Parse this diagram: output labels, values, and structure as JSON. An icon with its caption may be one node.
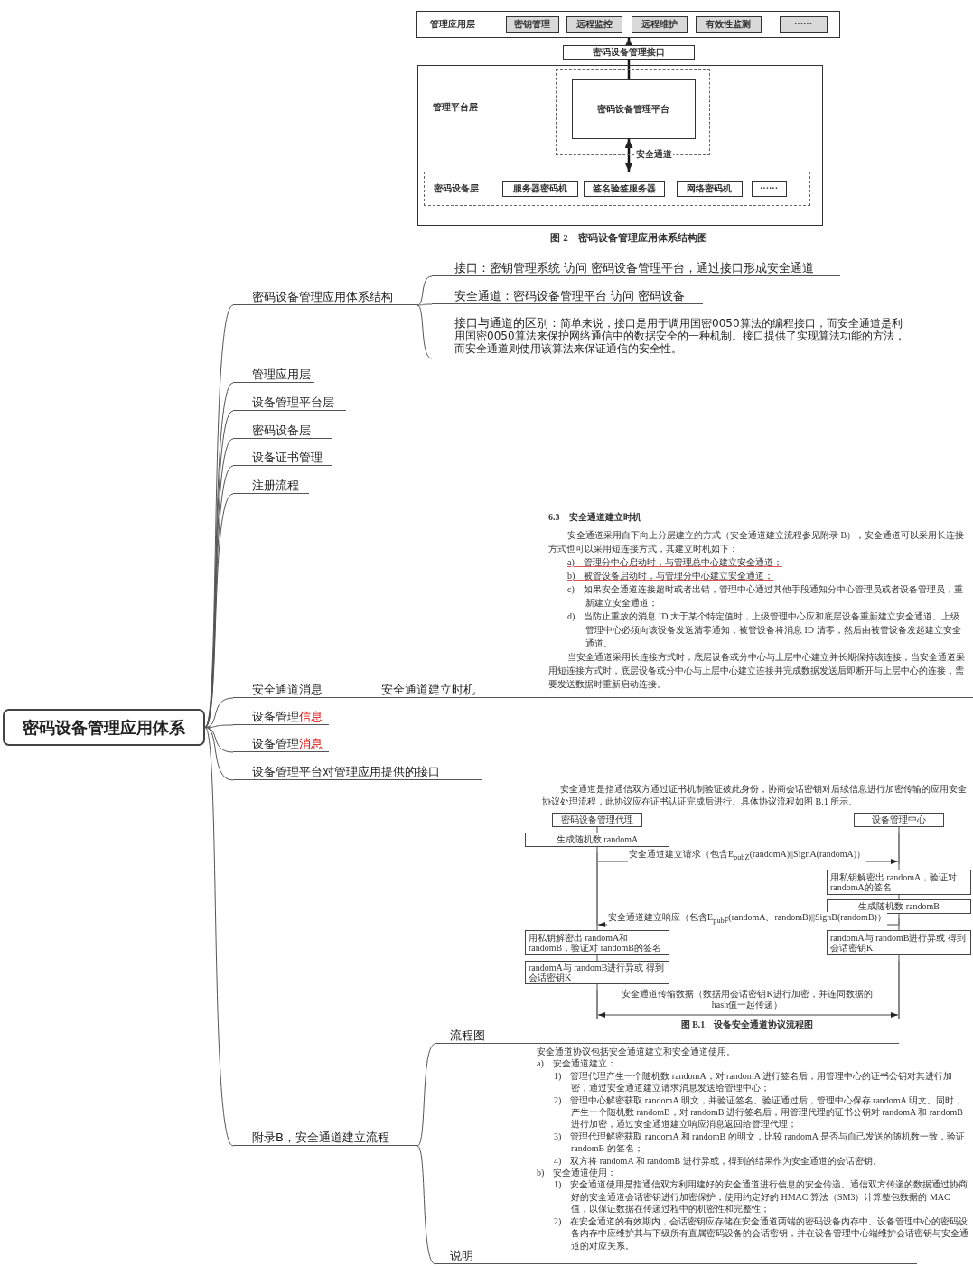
{
  "diagram": {
    "nodes": [
      {
        "text": [
          "密码设备管理应用体系"
        ]
      },
      {
        "text": [
          "密码设备管理应用体系结构"
        ]
      },
      {
        "text": [
          "接口：密钥管理系统 访问 密码设备管理平台，通过接口形成安全通道"
        ]
      },
      {
        "text": [
          "安全通道：密码设备管理平台 访问 密码设备"
        ]
      },
      {
        "text": [
          "接口与通道的区别：",
          "简单来说，接口是用于调用国密0050算法的编程接口，而安全通道是利用国密0050算法来保护网络通信中的数据安全的一种机制。接口提供了实现算法功能的方法，而安全通道则使用该算法来保证通信的安全性。"
        ]
      },
      {
        "text": [
          "管理应用层"
        ]
      },
      {
        "text": [
          "密钥管理"
        ],
        "in": 5
      },
      {
        "text": [
          "远程监控"
        ],
        "in": 5
      },
      {
        "text": [
          "远程维护"
        ],
        "in": 5
      },
      {
        "text": [
          "有效性监测"
        ],
        "in": 5
      },
      {
        "text": [
          "······"
        ],
        "in": 5
      },
      {
        "text": [
          "密码设备管理接口"
        ]
      },
      {
        "text": [
          "管理平台层"
        ]
      },
      {
        "text": [],
        "shape": "box",
        "in": 12
      },
      {
        "text": [
          "密码设备管理平台"
        ],
        "in": 13
      },
      {
        "text": [
          "密码设备层"
        ],
        "in": 12
      },
      {
        "text": [
          "服务器密码机"
        ],
        "in": 15
      },
      {
        "text": [
          "签名验签服务器"
        ],
        "in": 15
      },
      {
        "text": [
          "网络密码机"
        ],
        "in": 15
      },
      {
        "text": [
          "······"
        ],
        "in": 15
      },
      {
        "text": [
          "管理应用层"
        ]
      },
      {
        "text": [
          "设备管理平台层"
        ]
      },
      {
        "text": [
          "密码设备层"
        ]
      },
      {
        "text": [
          "设备证书管理"
        ]
      },
      {
        "text": [
          "注册流程"
        ]
      },
      {
        "text": [
          "安全通道消息"
        ]
      },
      {
        "text": [
          "安全通道建立时机"
        ]
      },
      {
        "text": [
          "设备管理",
          "信息"
        ]
      },
      {
        "text": [
          "设备管理",
          "消息"
        ]
      },
      {
        "text": [
          "设备管理平台对管理应用提供的接口"
        ]
      },
      {
        "text": [
          "附录B，安全通道建立流程"
        ]
      },
      {
        "text": [
          "流程图"
        ]
      },
      {
        "text": [
          "说明"
        ]
      },
      {
        "text": [
          "密码设备管理代理"
        ]
      },
      {
        "text": [
          "设备管理中心"
        ]
      },
      {
        "text": [
          "生成随机数 randomA"
        ]
      },
      {
        "text": [],
        "shape": "bar"
      },
      {
        "text": [],
        "shape": "bar"
      },
      {
        "text": [
          "用私钥解密出 randomA，验证对 randomA的签名"
        ]
      },
      {
        "text": [
          "生成随机数 randomB"
        ]
      },
      {
        "text": [],
        "shape": "bar"
      },
      {
        "text": [
          "用私钥解密出 randomA和 randomB，验证对 randomB的签名"
        ]
      },
      {
        "text": [
          "randomA与 randomB进行异或 得到会话密钥K"
        ]
      },
      {
        "text": [
          "randomA与 randomB进行异或 得到会话密钥K"
        ]
      },
      {
        "text": [],
        "shape": "bar"
      },
      {
        "text": [],
        "shape": "bar"
      }
    ],
    "edges": [
      {
        "from": 0,
        "to": 1,
        "arrow": "none"
      },
      {
        "from": 0,
        "to": 20,
        "arrow": "none"
      },
      {
        "from": 0,
        "to": 21,
        "arrow": "none"
      },
      {
        "from": 0,
        "to": 22,
        "arrow": "none"
      },
      {
        "from": 0,
        "to": 23,
        "arrow": "none"
      },
      {
        "from": 0,
        "to": 24,
        "arrow": "none"
      },
      {
        "from": 0,
        "to": 25,
        "arrow": "none"
      },
      {
        "from": 0,
        "to": 27,
        "arrow": "none"
      },
      {
        "from": 0,
        "to": 28,
        "arrow": "none"
      },
      {
        "from": 0,
        "to": 29,
        "arrow": "none"
      },
      {
        "from": 0,
        "to": 30,
        "arrow": "none"
      },
      {
        "from": 1,
        "to": 2,
        "arrow": "none"
      },
      {
        "from": 1,
        "to": 3,
        "arrow": "none"
      },
      {
        "from": 1,
        "to": 4,
        "arrow": "none"
      },
      {
        "from": 25,
        "to": 26,
        "arrow": "none"
      },
      {
        "from": 30,
        "to": 31,
        "arrow": "none"
      },
      {
        "from": 30,
        "to": 32,
        "arrow": "none"
      },
      {
        "from": 14,
        "to": 11,
        "arrow": "none"
      },
      {
        "from": 11,
        "to": 5,
        "arrow": "to"
      },
      {
        "from": 14,
        "to": 15,
        "arrow": "both",
        "label": "安全通道"
      },
      {
        "from": 37,
        "to": 36,
        "arrow": "to",
        "label": "安全通道建立请求（包含E$_{pubZ}$(randomA)||SignA(randomA)）"
      },
      {
        "from": 40,
        "to": 37,
        "arrow": "to",
        "label": "安全通道建立响应（包含E$_{pubF}$(randomA、randomB)||SignB(randomB)）"
      },
      {
        "from": 44,
        "to": 45,
        "arrow": "both",
        "label": "安全通道传输数据（数据用会话密钥K进行加密，并连同数据的hash值一起传递）"
      },
      {
        "from": 33,
        "to": 35,
        "arrow": "none"
      },
      {
        "from": 35,
        "to": 37,
        "arrow": "none"
      },
      {
        "from": 37,
        "to": 41,
        "arrow": "none"
      },
      {
        "from": 41,
        "to": 43,
        "arrow": "none"
      },
      {
        "from": 43,
        "to": 44,
        "arrow": "none"
      },
      {
        "from": 34,
        "to": 36,
        "arrow": "none"
      },
      {
        "from": 36,
        "to": 38,
        "arrow": "none"
      },
      {
        "from": 38,
        "to": 39,
        "arrow": "none"
      },
      {
        "from": 39,
        "to": 40,
        "arrow": "none"
      },
      {
        "from": 40,
        "to": 42,
        "arrow": "none"
      },
      {
        "from": 42,
        "to": 45,
        "arrow": "none"
      }
    ],
    "labels": [
      "图 2　密码设备管理应用体系结构图",
      "6.3　安全通道建立时机",
      "安全通道采用自下向上分层建立的方式（安全通道建立流程参见附录 B），安全通道可以采用长连接方式也可以采用短连接方式，其建立时机如下：",
      "a)　管理分中心启动时，与管理总中心建立安全通道；",
      "b)　被管设备启动时，与管理分中心建立安全通道；",
      "c)　如果安全通道连接超时或者出错，管理中心通过其他手段通知分中心管理员或者设备管理员，重新建立安全通道；",
      "d)　当防止重放的消息 ID 大于某个特定值时，上级管理中心应和底层设备重新建立安全通道。上级管理中心必须向该设备发送清零通知，被管设备将消息 ID 清零，然后由被管设备发起建立安全通道。",
      "当安全通道采用长连接方式时，底层设备或分中心与上层中心建立并长期保持该连接；当安全通道采用短连接方式时，底层设备或分中心与上层中心建立连接并完成数据发送后即断开与上层中心的连接，需要发送数据时重新启动连接。",
      "安全通道是指通信双方通过证书机制验证彼此身份，协商会话密钥对后续信息进行加密传输的应用安全协议处理流程，此协议应在证书认证完成后进行。具体协议流程如图 B.1 所示。",
      "图 B.1　设备安全通道协议流程图",
      "安全通道协议包括安全通道建立和安全通道使用。",
      "a)　安全通道建立：",
      "1)　管理代理产生一个随机数 randomA，对 randomA 进行签名后，用管理中心的证书公钥对其进行加密，通过安全通道建立请求消息发送给管理中心；",
      "2)　管理中心解密获取 randomA 明文，并验证签名。验证通过后，管理中心保存 randomA 明文。同时，产生一个随机数 randomB，对 randomB 进行签名后，用管理代理的证书公钥对 randomA 和 randomB 进行加密，通过安全通道建立响应消息返回给管理代理；",
      "3)　管理代理解密获取 randomA 和 randomB 的明文，比较 randomA 是否与自己发送的随机数一致，验证 randomB 的签名；",
      "4)　双方将 randomA 和 randomB 进行异或，得到的结果作为安全通道的会话密钥。",
      "b)　安全通道使用：",
      "1)　安全通道使用是指通信双方利用建好的安全通道进行信息的安全传递。通信双方传递的数据通过协商好的安全通道会话密钥进行加密保护，使用约定好的 HMAC 算法（SM3）计算整包数据的 MAC 值，以保证数据在传递过程中的机密性和完整性；",
      "2)　在安全通道的有效期内，会话密钥应存储在安全通道两端的密码设备内存中。设备管理中心的密码设备内存中应维护其与下级所有直属密码设备的会话密钥，并在设备管理中心端维护会话密钥与安全通道的对应关系。"
    ]
  }
}
